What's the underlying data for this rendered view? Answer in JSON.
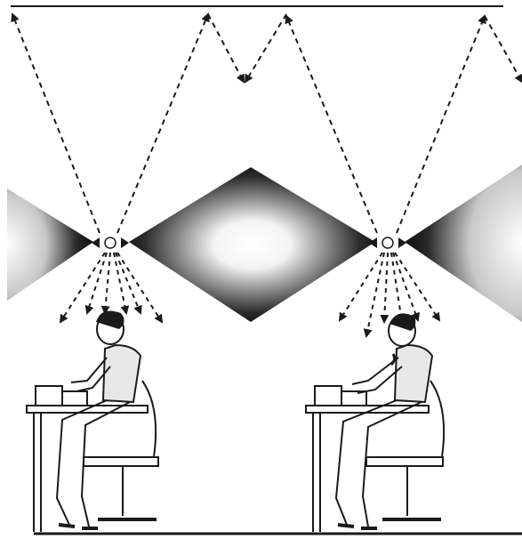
{
  "diagram": {
    "description_text": "",
    "colors": {
      "background": "#ffffff",
      "ink": "#1a1a1a",
      "beam_dark": "#111111",
      "beam_light": "#ffffff"
    },
    "lamps": [
      {
        "id": "lamp-left",
        "style": "bidirectional-light-fixture"
      },
      {
        "id": "lamp-right",
        "style": "bidirectional-light-fixture"
      }
    ],
    "workstations": [
      {
        "id": "workstation-left",
        "person": "seated-office-worker"
      },
      {
        "id": "workstation-right",
        "person": "seated-office-worker"
      }
    ],
    "icon_names": [
      "ceiling-line",
      "floor-line",
      "light-beam",
      "dashed-light-ray",
      "desk",
      "office-chair",
      "seated-person"
    ]
  }
}
